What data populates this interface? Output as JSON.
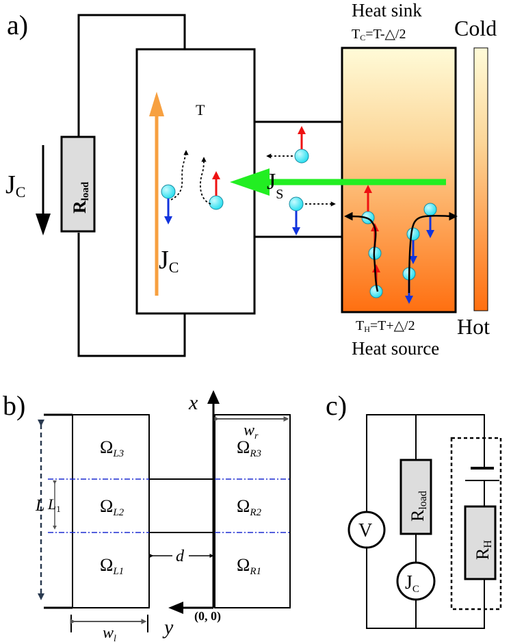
{
  "panel_a": {
    "label": "a)",
    "heat_sink_title": "Heat sink",
    "tc_main": "T",
    "tc_sub": "C",
    "tc_expr": "=T-△/2",
    "cold_label": "Cold",
    "hot_label": "Hot",
    "th_main": "T",
    "th_sub": "H",
    "th_expr": "=T+△/2",
    "heat_source_title": "Heat source",
    "temp_label": "T",
    "jc_left_main": "J",
    "jc_left_sub": "C",
    "jc_inner_main": "J",
    "jc_inner_sub": "C",
    "rload_main": "R",
    "rload_sub": "load",
    "js_main": "J",
    "js_sub": "S",
    "colors": {
      "spin_up_arrow": "#ee1111",
      "spin_down_arrow": "#1133dd",
      "spin_current_arrow": "#22ee22",
      "charge_current_arrow": "#f7a040",
      "electron": "#22ddee",
      "gradient_cold": "#fffbd8",
      "gradient_hot": "#ff6f10",
      "resistor_fill": "#dddddd"
    }
  },
  "panel_b": {
    "label": "b)",
    "axis_x": "x",
    "axis_y": "y",
    "origin": "(0, 0)",
    "regions_left": [
      {
        "main": "Ω",
        "sub": "L3"
      },
      {
        "main": "Ω",
        "sub": "L2"
      },
      {
        "main": "Ω",
        "sub": "L1"
      }
    ],
    "regions_right": [
      {
        "main": "Ω",
        "sub": "R3"
      },
      {
        "main": "Ω",
        "sub": "R2"
      },
      {
        "main": "Ω",
        "sub": "R1"
      }
    ],
    "dim_L": "L",
    "dim_L1_main": "L",
    "dim_L1_sub": "1",
    "dim_d": "d",
    "dim_wl_main": "w",
    "dim_wl_sub": "l",
    "dim_wr_main": "w",
    "dim_wr_sub": "r"
  },
  "panel_c": {
    "label": "c)",
    "voltmeter": "V",
    "rload_main": "R",
    "rload_sub": "load",
    "jc_main": "J",
    "jc_sub": "C",
    "rh_main": "R",
    "rh_sub": "H"
  }
}
